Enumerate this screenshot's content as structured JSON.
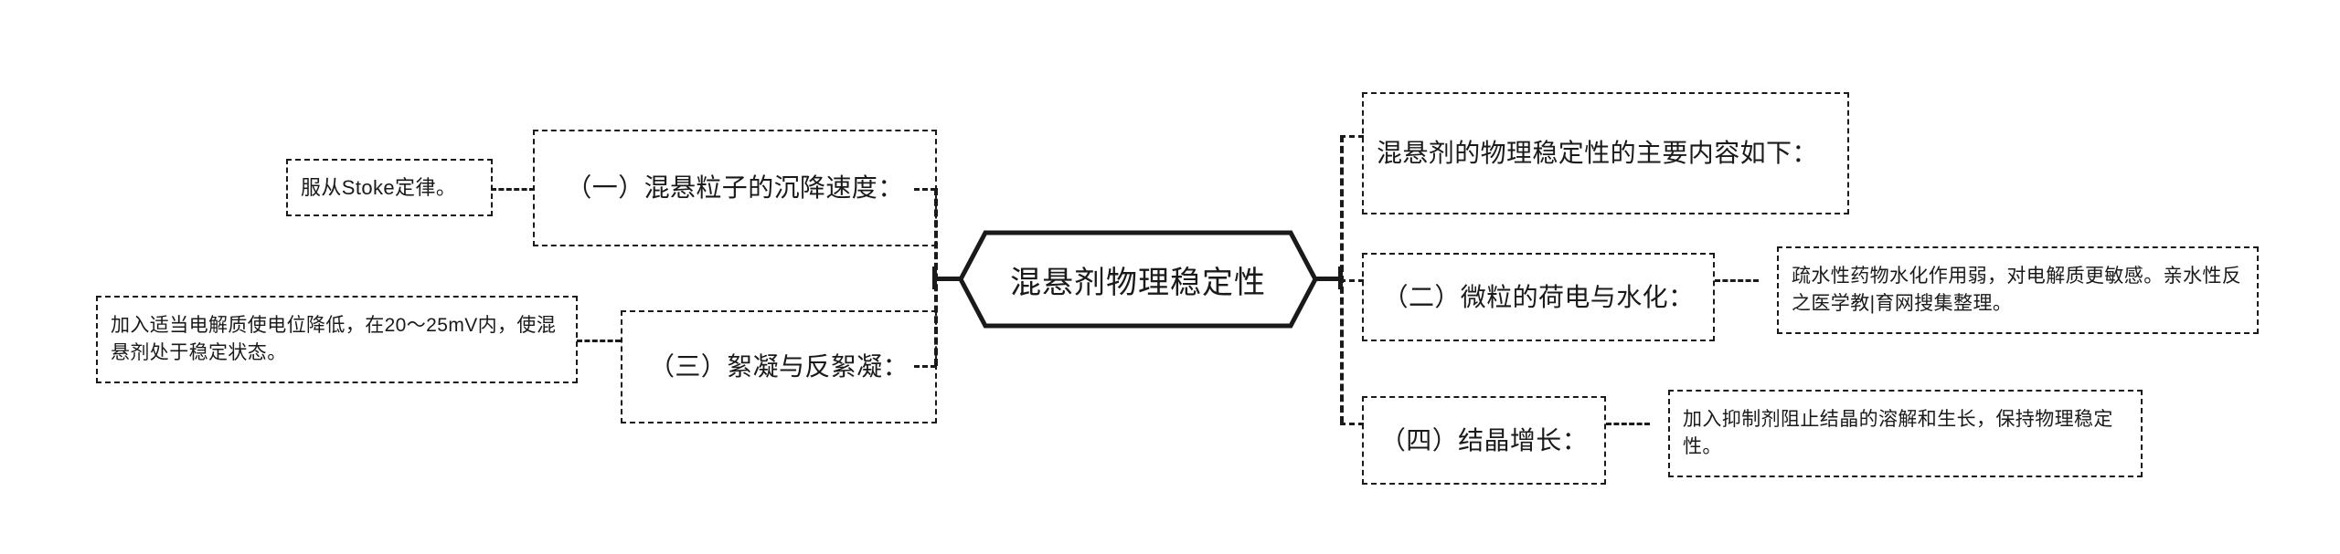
{
  "diagram": {
    "type": "mind-map",
    "title": "混悬剂物理稳定性",
    "root": {
      "label": "混悬剂物理稳定性",
      "shape": "hexagon"
    },
    "branches": {
      "left": [
        {
          "id": "branch-1",
          "topic": "（一）混悬粒子的沉降速度：",
          "detail": "服从Stoke定律。"
        },
        {
          "id": "branch-3",
          "topic": "（三）絮凝与反絮凝：",
          "detail": "加入适当电解质使电位降低，在20～25mV内，使混悬剂处于稳定状态。"
        }
      ],
      "right": [
        {
          "id": "branch-intro",
          "topic": "混悬剂的物理稳定性的主要内容如下：",
          "detail": ""
        },
        {
          "id": "branch-2",
          "topic": "（二）微粒的荷电与水化：",
          "detail": "疏水性药物水化作用弱，对电解质更敏感。亲水性反之医学教|育网搜集整理。"
        },
        {
          "id": "branch-4",
          "topic": "（四）结晶增长：",
          "detail": "加入抑制剂阻止结晶的溶解和生长，保持物理稳定性。"
        }
      ]
    },
    "colors": {
      "stroke": "#1a1a1a",
      "text": "#1a1a1a",
      "background": "#ffffff"
    }
  }
}
